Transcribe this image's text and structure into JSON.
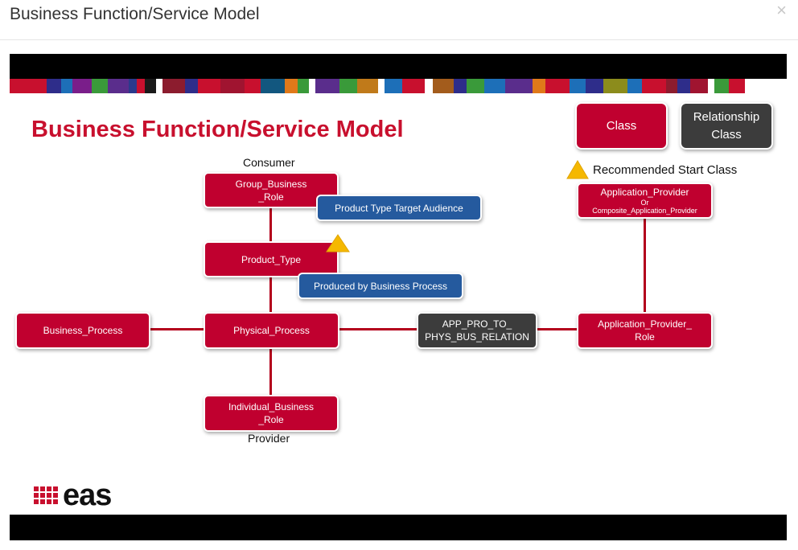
{
  "modal": {
    "title": "Business Function/Service Model",
    "close_label": "×"
  },
  "slide": {
    "title": "Business Function/Service Model",
    "legend": {
      "class_label": "Class",
      "relationship_line1": "Relationship",
      "relationship_line2": "Class",
      "start_label": "Recommended Start Class"
    },
    "labels": {
      "consumer": "Consumer",
      "provider": "Provider"
    },
    "nodes": {
      "group_business_role": {
        "line1": "Group_Business",
        "line2": "_Role"
      },
      "product_type": "Product_Type",
      "physical_process": "Physical_Process",
      "business_process": "Business_Process",
      "individual_business_role": {
        "line1": "Individual_Business",
        "line2": "_Role"
      },
      "app_pro_relation": {
        "line1": "APP_PRO_TO_",
        "line2": "PHYS_BUS_RELATION"
      },
      "application_provider_role": {
        "line1": "Application_Provider_",
        "line2": "Role"
      },
      "application_provider": {
        "line1": "Application_Provider",
        "line2": "Or",
        "line3": "Composite_Application_Provider"
      }
    },
    "relationship_labels": {
      "target_audience": "Product Type Target Audience",
      "produced_by": "Produced by Business Process"
    },
    "logo": {
      "text": "eas"
    },
    "colors": {
      "class": "#c0002f",
      "relationship": "#3c3c3c",
      "relation_label": "#255a9e",
      "title": "#c8102e",
      "warning": "#f5b800"
    }
  }
}
